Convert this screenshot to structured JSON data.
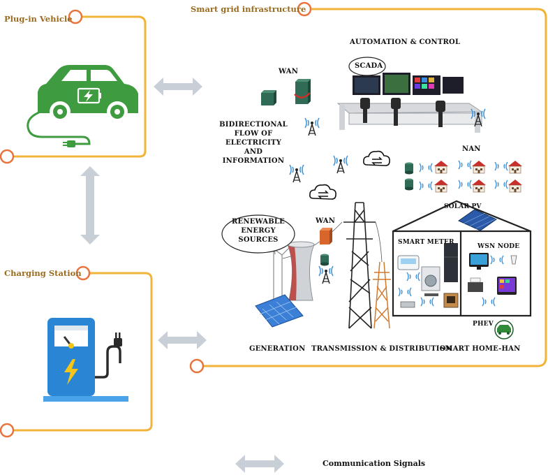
{
  "boxes": {
    "plugin_vehicle": {
      "title": "Plug-in Vehicle"
    },
    "smart_grid": {
      "title": "Smart grid infrastructure"
    },
    "charging_station": {
      "title": "Charging Station"
    }
  },
  "grid_labels": {
    "automation_control": "AUTOMATION & CONTROL",
    "scada": "SCADA",
    "wan_top": "WAN",
    "bidirectional": [
      "BIDIRECTIONAL",
      "FLOW OF",
      "ELECTRICITY",
      "AND",
      "INFORMATION"
    ],
    "nan": "NAN",
    "solar_pv": "SOLAR PV",
    "renewable": [
      "RENEWABLE",
      "ENERGY",
      "SOURCES"
    ],
    "wan_mid": "WAN",
    "smart_meter": "SMART METER",
    "wsn_node": "WSN NODE",
    "phev": "PHEV",
    "generation": "GENERATION",
    "transmission": "TRANSMISSION & DISTRIBUTION",
    "smart_home": "SMART HOME-HAN"
  },
  "legend": {
    "label": "Communication Signals"
  },
  "colors": {
    "frame": "#f2b33a",
    "accent_circle": "#e8743b",
    "arrow": "#c9cfd6",
    "car_green": "#3e9b3f",
    "pump_blue": "#2a86d4",
    "server_green": "#2f6b55",
    "roof_red": "#c9302c"
  }
}
